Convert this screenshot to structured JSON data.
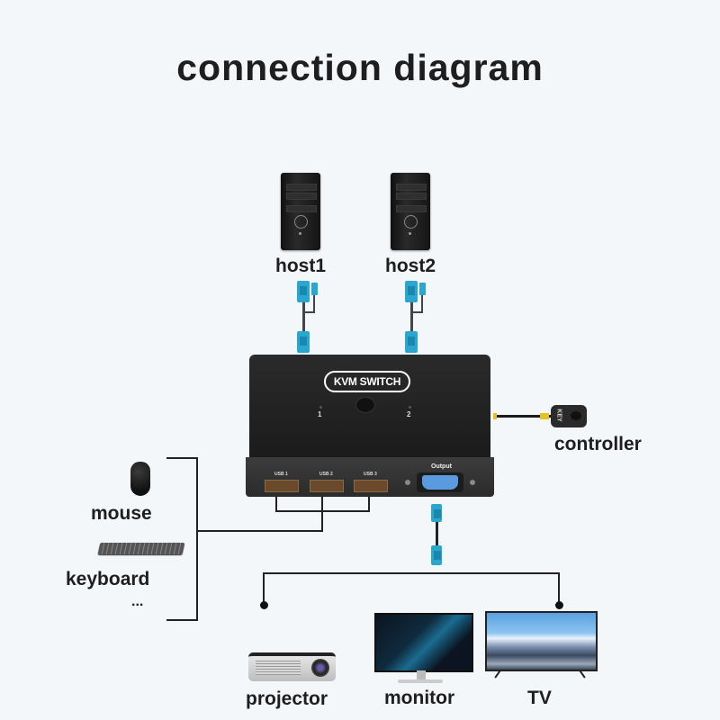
{
  "title": "connection diagram",
  "hosts": [
    {
      "label": "host1"
    },
    {
      "label": "host2"
    }
  ],
  "kvm": {
    "badge": "KVM SWITCH",
    "port_numbers": [
      "1",
      "2"
    ],
    "usb_ports": [
      "USB 1",
      "USB 2",
      "USB 3"
    ],
    "output_label": "Output"
  },
  "controller": {
    "label": "controller",
    "key_text": "KEY"
  },
  "peripherals": {
    "mouse": "mouse",
    "keyboard": "keyboard",
    "more": "..."
  },
  "displays": [
    {
      "label": "projector"
    },
    {
      "label": "monitor"
    },
    {
      "label": "TV"
    }
  ],
  "colors": {
    "background": "#f4f7fa",
    "text": "#1e1e1e",
    "cable_connector": "#2aa7cf",
    "controller_cable": "#e8c020"
  }
}
